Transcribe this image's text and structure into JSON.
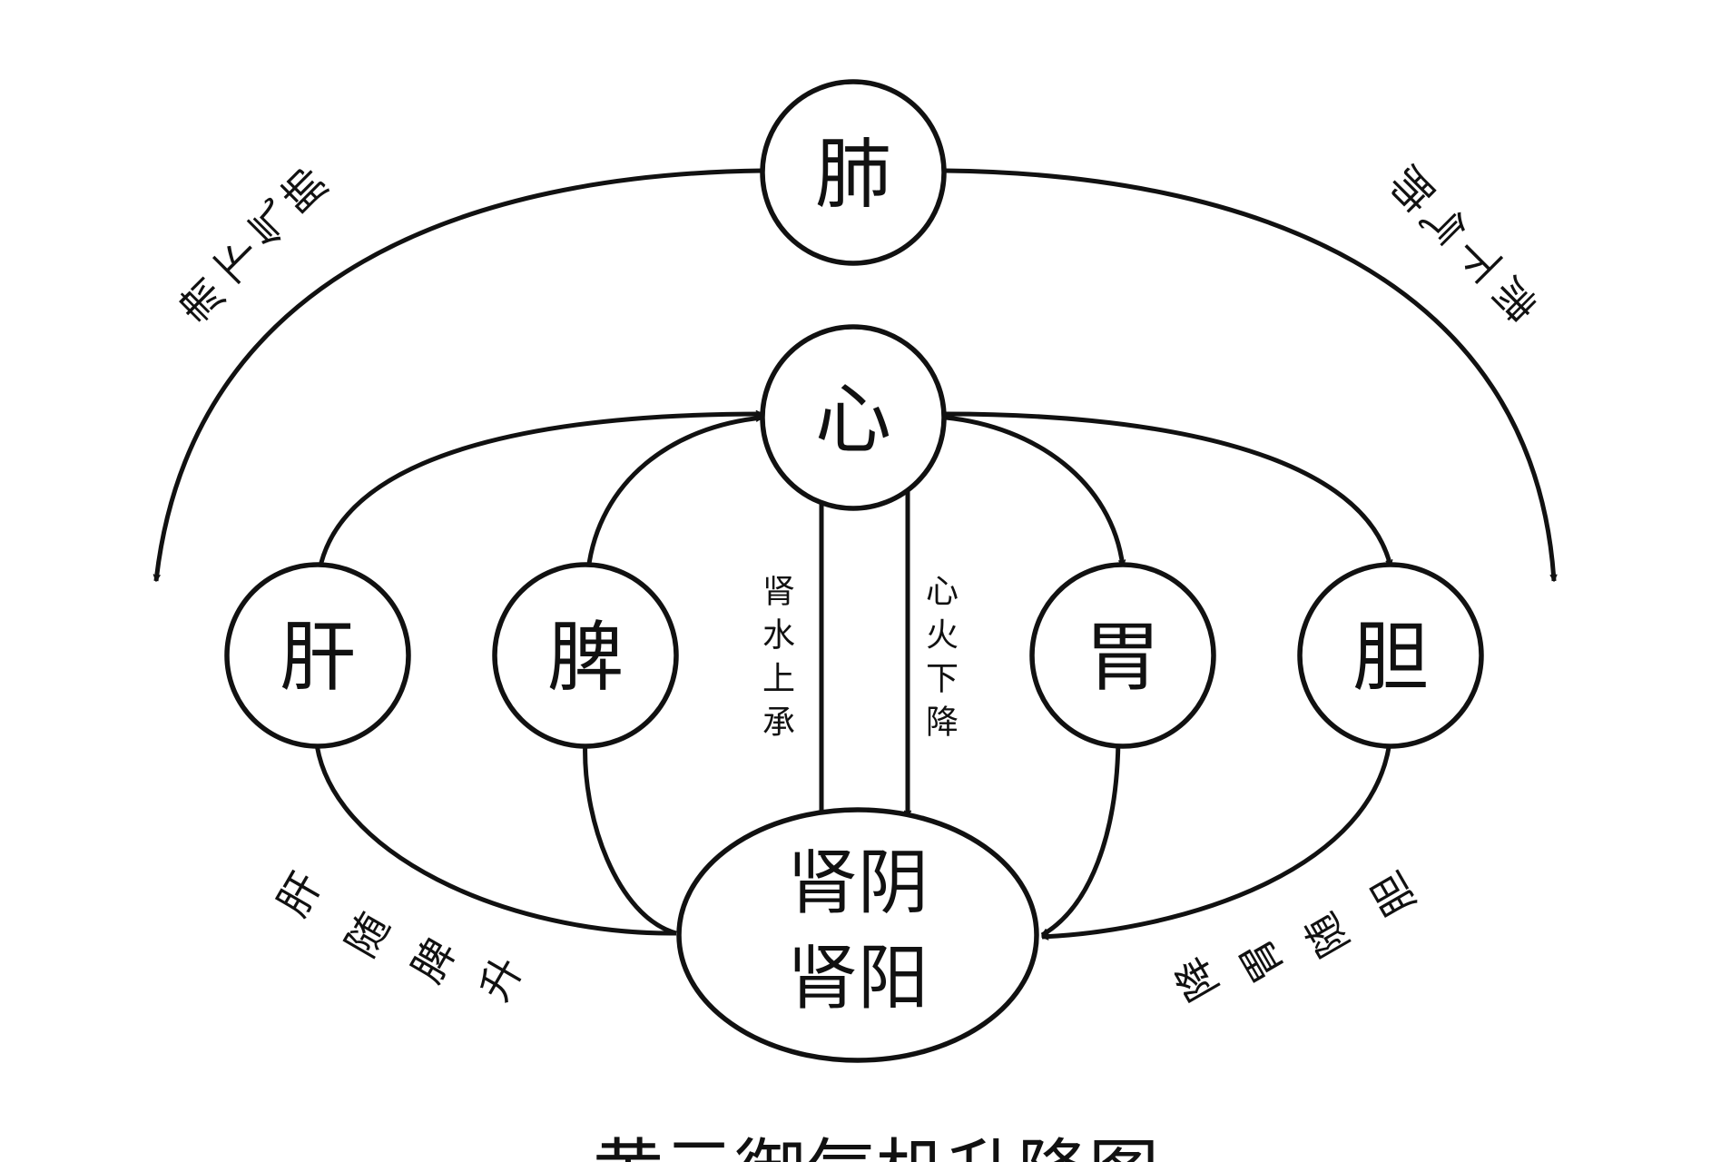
{
  "nodes": {
    "lung": "肺",
    "heart": "心",
    "liver": "肝",
    "spleen": "脾",
    "stomach": "胃",
    "gallbladder": "胆",
    "kidney_yin": "肾阴",
    "kidney_yang": "肾阳"
  },
  "path_labels": {
    "lung_left": [
      "肺",
      "气",
      "下",
      "肃"
    ],
    "lung_right": [
      "肺",
      "气",
      "下",
      "肃"
    ],
    "kidney_up": [
      "肾",
      "水",
      "上",
      "承"
    ],
    "heart_down": [
      "心",
      "火",
      "下",
      "降"
    ],
    "liver_rise": [
      "肝",
      "随",
      "脾",
      "升"
    ],
    "gallbladder_descend": [
      "胆",
      "随",
      "胃",
      "降"
    ]
  },
  "title": "黄元御气机升降图",
  "colors": {
    "ink": "#111111",
    "background": "#ffffff"
  }
}
